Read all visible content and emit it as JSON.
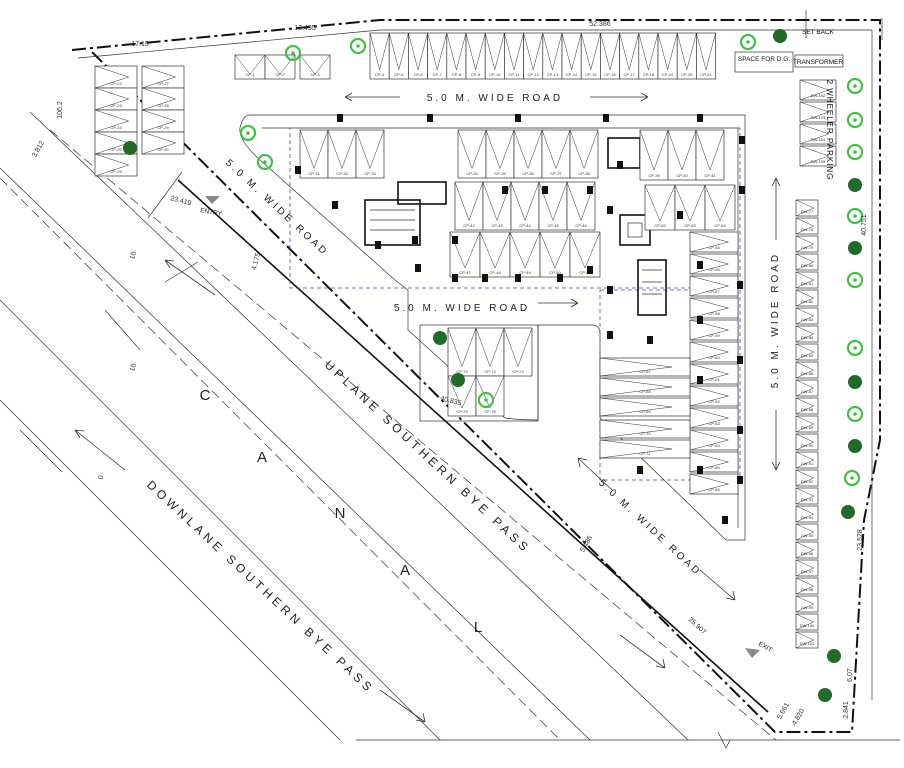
{
  "roads": {
    "top": "5.0 M.  WIDE  ROAD",
    "middle": "5.0 M.  WIDE  ROAD",
    "left_diagonal": "5.0 M. WIDE ROAD",
    "right_vertical": "5.0 M. WIDE ROAD",
    "lower_diagonal": "5.0 M. WIDE ROAD"
  },
  "canal": {
    "letters": [
      "C",
      "A",
      "N",
      "A",
      "L"
    ],
    "uplane": "UPLANE SOUTHERN BYE PASS",
    "downlane": "DOWNLANE SOUTHERN BYE PASS"
  },
  "labels": {
    "entry": "ENTRY",
    "exit": "EXIT",
    "space_dg": "SPACE FOR D.G.",
    "transformer": "TRANSFORMER",
    "two_wheeler": "2 WHEELER PARKING",
    "set_back": "SET BACK"
  },
  "dimensions": {
    "top_17": "17.15",
    "top_13": "13.495",
    "top_52": "52.386",
    "left_106": "106.2",
    "left_3": "3.812",
    "entry_23": "23.419",
    "road_4": "4.175",
    "diag_40": "40.835",
    "diag_5": "5.486",
    "diag_25": "25.907",
    "right_40": "40.751",
    "right_23": "23.528",
    "right_6": "6.07",
    "right_2": "2.841",
    "bottom_4": "4.820",
    "bottom_5": "5.661",
    "edge_10a": "10",
    "edge_10b": "10",
    "edge_0": "0"
  },
  "stall_prefixes": {
    "car": "CP",
    "two_wheeler": "DW"
  },
  "colors": {
    "line": "#111111",
    "tree_dark": "#1f6b27",
    "tree_ring": "#3fc23f",
    "dashed_boundary": "#3b4fb0"
  }
}
